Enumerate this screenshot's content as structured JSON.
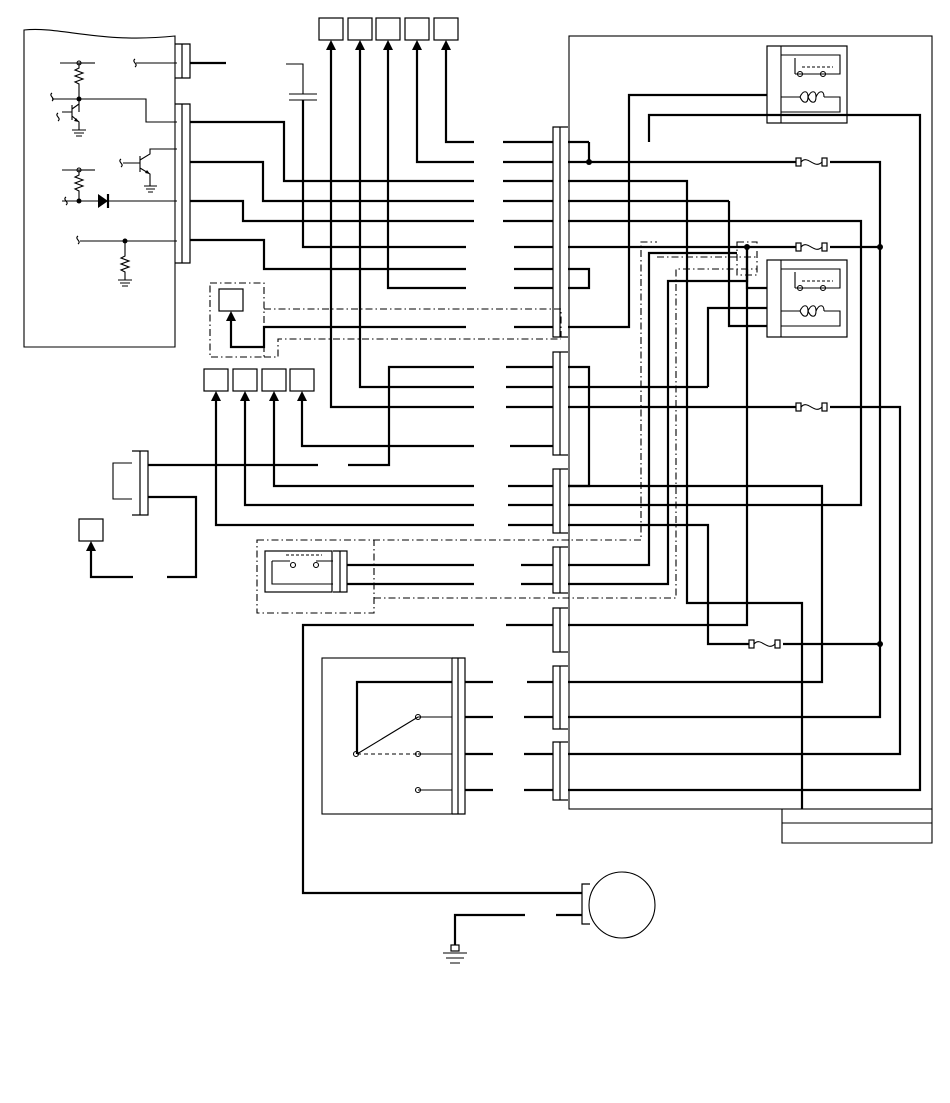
{
  "diagram": {
    "type": "electrical-wiring-schematic",
    "text_labels": [],
    "components": {
      "control_board": "control-board",
      "top_terminals": 5,
      "middle_terminals": 4,
      "relays": 2,
      "fuses": 4,
      "motor": "motor",
      "ground": "ground",
      "selector_switch": "selector-switch"
    }
  }
}
